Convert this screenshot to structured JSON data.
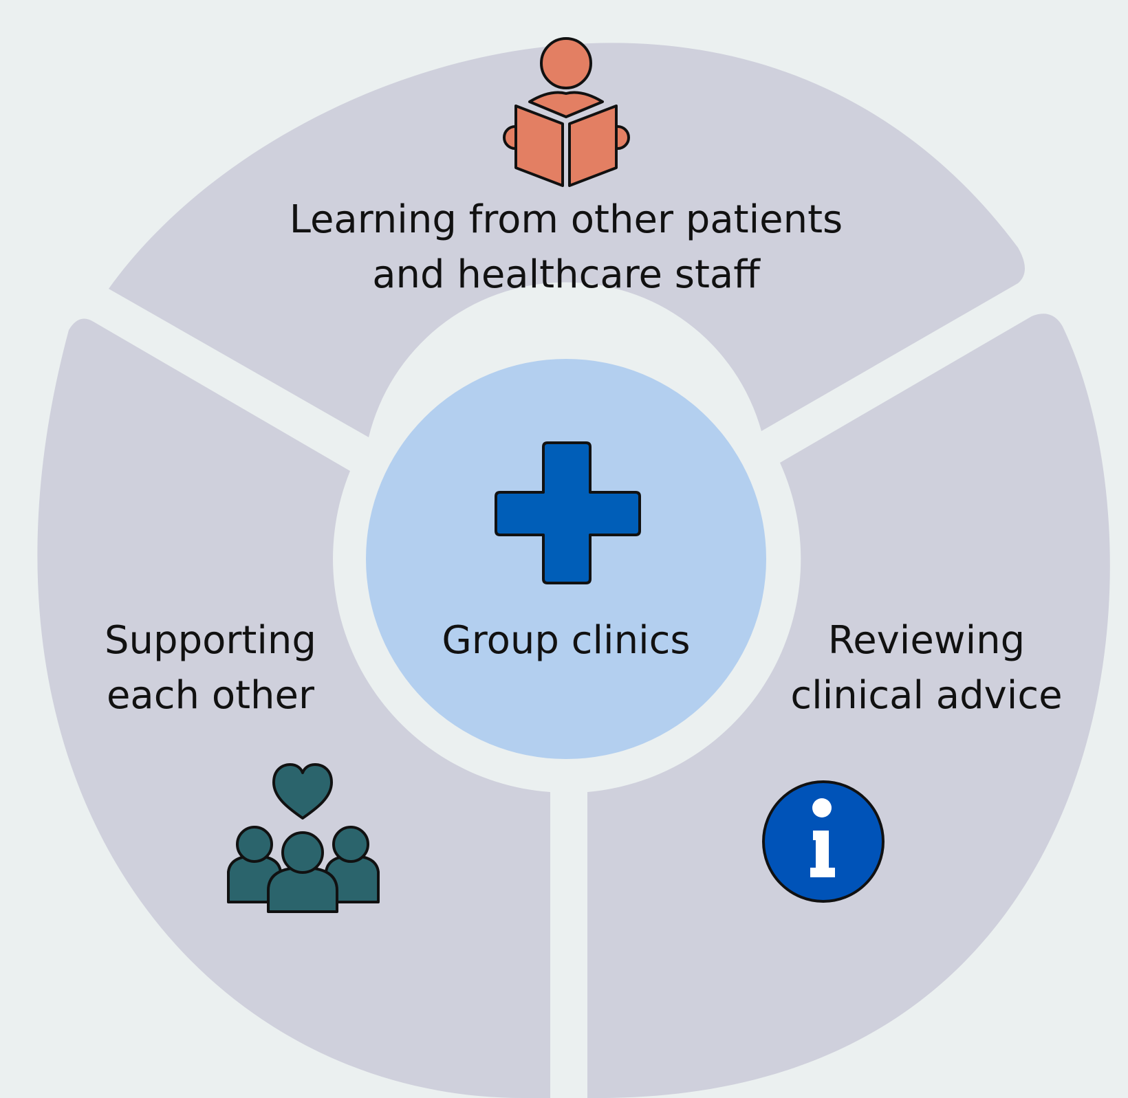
{
  "colors": {
    "background": "#ebf0f0",
    "segment": "#cfd0dc",
    "center_circle": "#b3cfef",
    "cross": "#005eb8",
    "learning_icon": "#e37f63",
    "support_icon": "#2b646c",
    "info_icon": "#0053b8",
    "text": "#111111"
  },
  "center": {
    "label": "Group clinics",
    "icon": "plus-icon"
  },
  "segments": [
    {
      "id": "learning",
      "line1": "Learning from other patients",
      "line2": "and healthcare staff",
      "icon": "reading-person-icon"
    },
    {
      "id": "support",
      "line1": "Supporting",
      "line2": "each other",
      "icon": "group-heart-icon"
    },
    {
      "id": "review",
      "line1": "Reviewing",
      "line2": "clinical advice",
      "icon": "info-icon"
    }
  ]
}
